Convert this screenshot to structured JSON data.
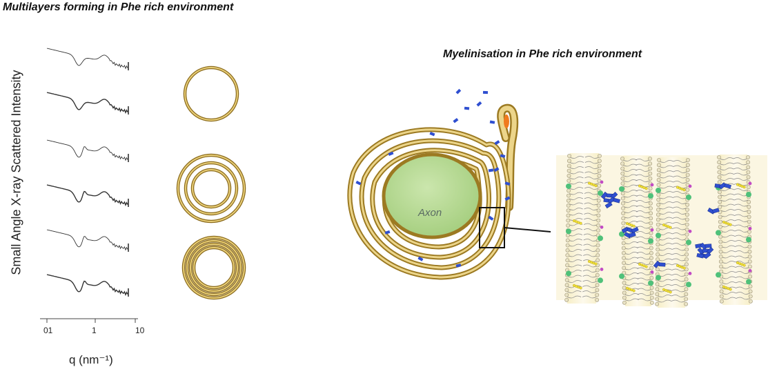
{
  "title_left": "Multilayers forming in Phe rich environment",
  "title_right": "Myelinisation in Phe rich environment",
  "plot": {
    "ylabel": "Small Angle X-ray Scattered Intensity",
    "xlabel": "q (nm⁻¹)",
    "xticks": [
      "01",
      "1",
      "10"
    ],
    "x_scale": "log",
    "curve_count": 6
  },
  "vesicle_ring_counts": [
    1,
    3,
    4
  ],
  "axon_label": "Axon",
  "colors": {
    "membrane": "#b8922e",
    "membrane_light": "#e9cf79",
    "axon": "#b9dc96",
    "phe": "#2f4fd0",
    "nucleus": "#f07a1e",
    "bilayer_bg": "#f5efcf"
  }
}
